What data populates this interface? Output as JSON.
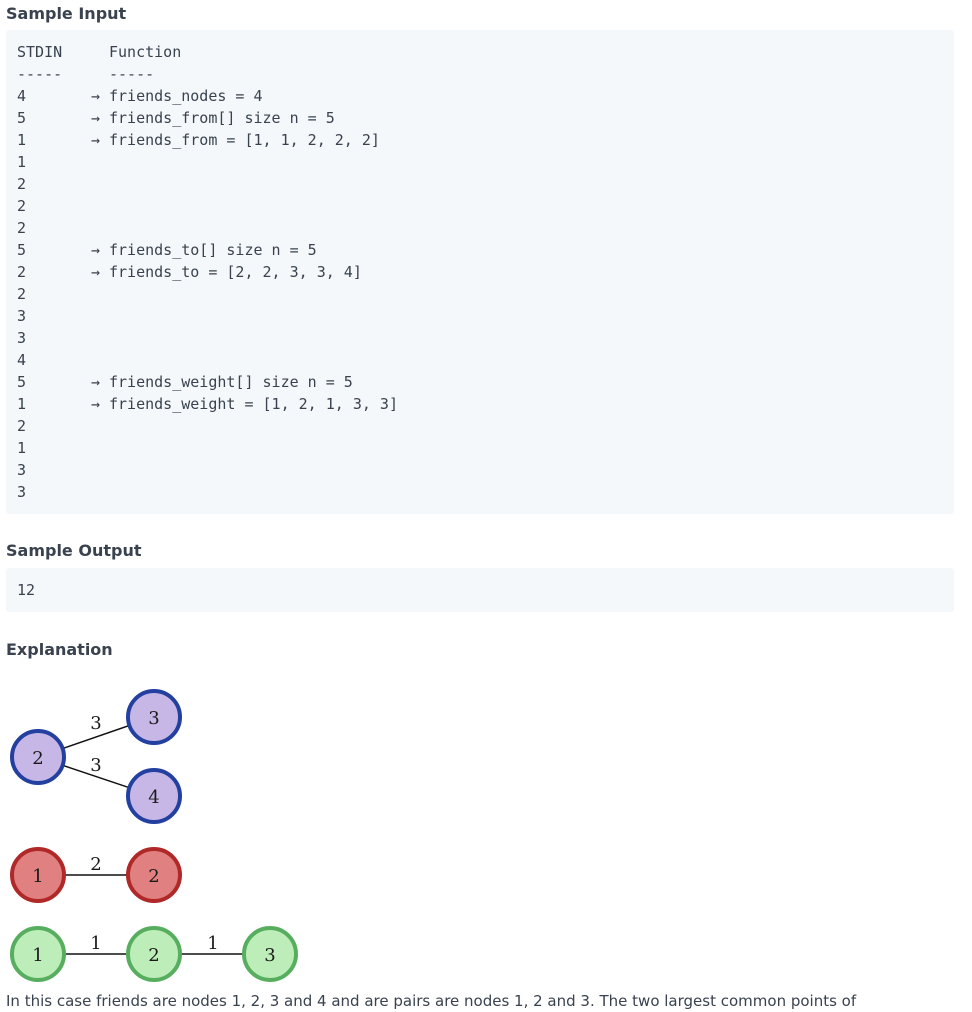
{
  "sample_input": {
    "heading": "Sample Input",
    "header_row": {
      "stdin": "STDIN",
      "function": "Function"
    },
    "divider_row": {
      "stdin": "-----",
      "function": "-----"
    },
    "rows": [
      {
        "stdin": "4",
        "arrow": "→",
        "function": "friends_nodes = 4"
      },
      {
        "stdin": "5",
        "arrow": "→",
        "function": "friends_from[] size n = 5"
      },
      {
        "stdin": "1",
        "arrow": "→",
        "function": "friends_from = [1, 1, 2, 2, 2]"
      },
      {
        "stdin": "1",
        "arrow": "",
        "function": ""
      },
      {
        "stdin": "2",
        "arrow": "",
        "function": ""
      },
      {
        "stdin": "2",
        "arrow": "",
        "function": ""
      },
      {
        "stdin": "2",
        "arrow": "",
        "function": ""
      },
      {
        "stdin": "5",
        "arrow": "→",
        "function": "friends_to[] size n = 5"
      },
      {
        "stdin": "2",
        "arrow": "→",
        "function": "friends_to = [2, 2, 3, 3, 4]"
      },
      {
        "stdin": "2",
        "arrow": "",
        "function": ""
      },
      {
        "stdin": "3",
        "arrow": "",
        "function": ""
      },
      {
        "stdin": "3",
        "arrow": "",
        "function": ""
      },
      {
        "stdin": "4",
        "arrow": "",
        "function": ""
      },
      {
        "stdin": "5",
        "arrow": "→",
        "function": "friends_weight[] size n = 5"
      },
      {
        "stdin": "1",
        "arrow": "→",
        "function": "friends_weight = [1, 2, 1, 3, 3]"
      },
      {
        "stdin": "2",
        "arrow": "",
        "function": ""
      },
      {
        "stdin": "1",
        "arrow": "",
        "function": ""
      },
      {
        "stdin": "3",
        "arrow": "",
        "function": ""
      },
      {
        "stdin": "3",
        "arrow": "",
        "function": ""
      }
    ]
  },
  "sample_output": {
    "heading": "Sample Output",
    "value": "12"
  },
  "explanation": {
    "heading": "Explanation",
    "groups": {
      "blue": {
        "fill": "#c6b7e6",
        "stroke": "#2340a0"
      },
      "red": {
        "fill": "#e08080",
        "stroke": "#b02828"
      },
      "green": {
        "fill": "#bdedb8",
        "stroke": "#56ae5e"
      }
    },
    "nodes": [
      {
        "id": "b2",
        "label": "2",
        "group": "blue"
      },
      {
        "id": "b3",
        "label": "3",
        "group": "blue"
      },
      {
        "id": "b4",
        "label": "4",
        "group": "blue"
      },
      {
        "id": "r1",
        "label": "1",
        "group": "red"
      },
      {
        "id": "r2",
        "label": "2",
        "group": "red"
      },
      {
        "id": "g1",
        "label": "1",
        "group": "green"
      },
      {
        "id": "g2",
        "label": "2",
        "group": "green"
      },
      {
        "id": "g3",
        "label": "3",
        "group": "green"
      }
    ],
    "edges": [
      {
        "from": "b2",
        "to": "b3",
        "label": "3"
      },
      {
        "from": "b2",
        "to": "b4",
        "label": "3"
      },
      {
        "from": "r1",
        "to": "r2",
        "label": "2"
      },
      {
        "from": "g1",
        "to": "g2",
        "label": "1"
      },
      {
        "from": "g2",
        "to": "g3",
        "label": "1"
      }
    ],
    "paragraph": "In this case friends are nodes 1, 2, 3 and 4 and are pairs are nodes 1, 2 and 3. The two largest common points of"
  }
}
